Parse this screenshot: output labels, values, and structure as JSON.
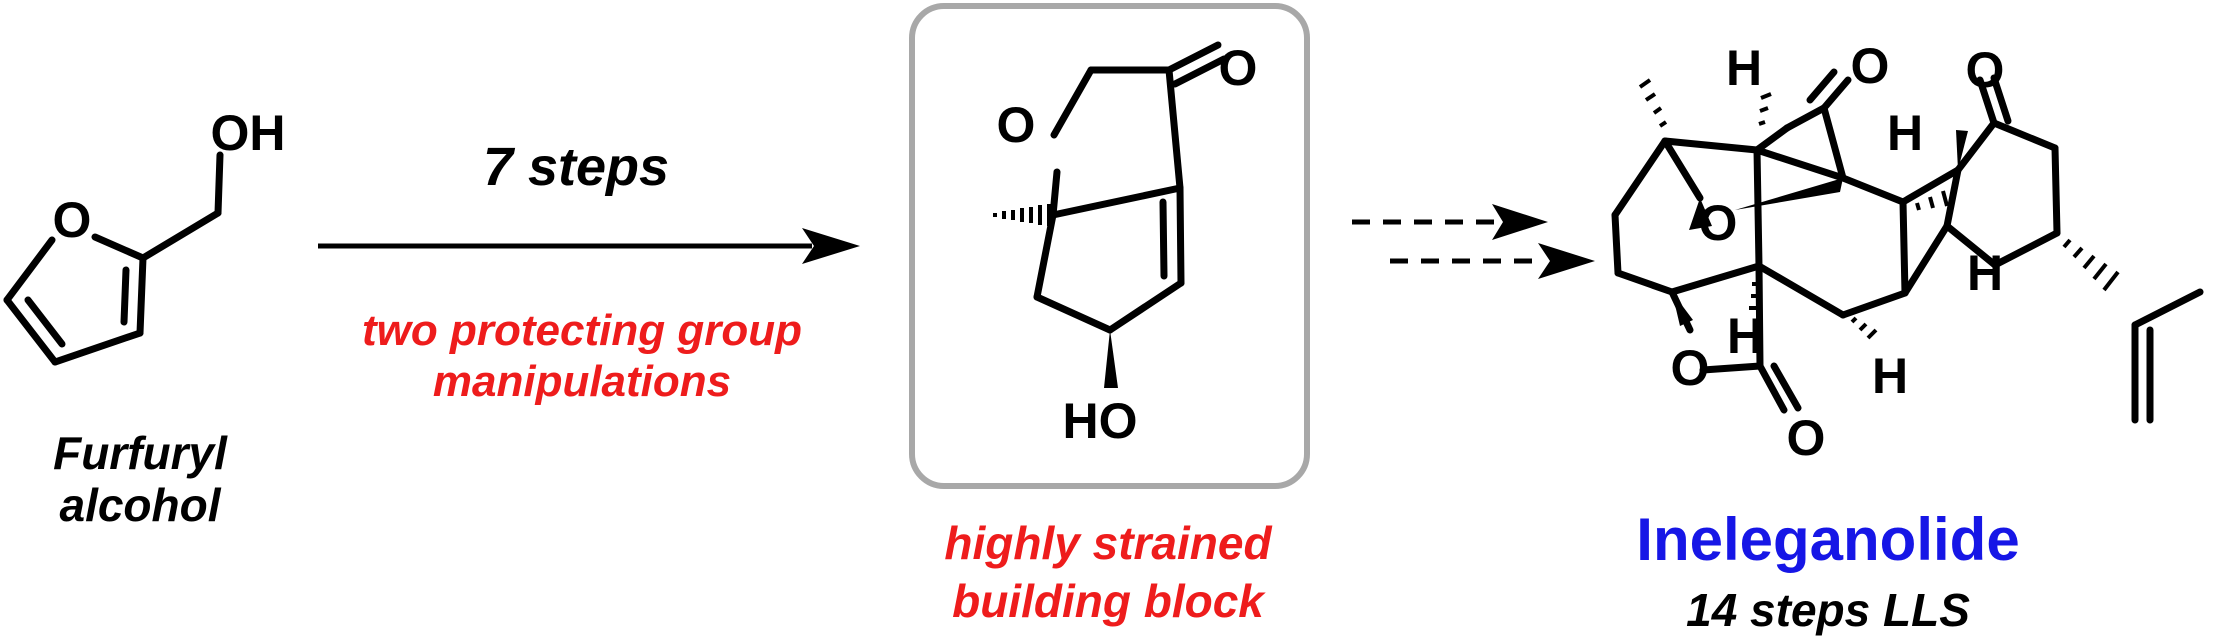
{
  "start_material": {
    "name_line1": "Furfuryl",
    "name_line2": "alcohol",
    "atoms": {
      "ring_o": "O",
      "oh": "OH"
    }
  },
  "step1": {
    "label": "7 steps",
    "note_line1": "two protecting group",
    "note_line2": "manipulations"
  },
  "building_block": {
    "caption_line1": "highly strained",
    "caption_line2": "building block",
    "atoms": {
      "ring_o": "O",
      "ketone_o": "O",
      "ho": "HO"
    }
  },
  "target": {
    "name": "Ineleganolide",
    "subtitle": "14 steps LLS",
    "atoms": {
      "h_top_left": "H",
      "ketone_o_top": "O",
      "h_top_mid": "H",
      "ketone_o_right": "O",
      "ether_o": "O",
      "h_right": "H",
      "h_low_left": "H",
      "lactone_o": "O",
      "h_low": "H",
      "lactone_co": "O"
    }
  },
  "colors": {
    "accent_red": "#ee1c1c",
    "title_blue": "#1616e6",
    "box_gray": "#a8a8a8",
    "ink": "#000000"
  }
}
